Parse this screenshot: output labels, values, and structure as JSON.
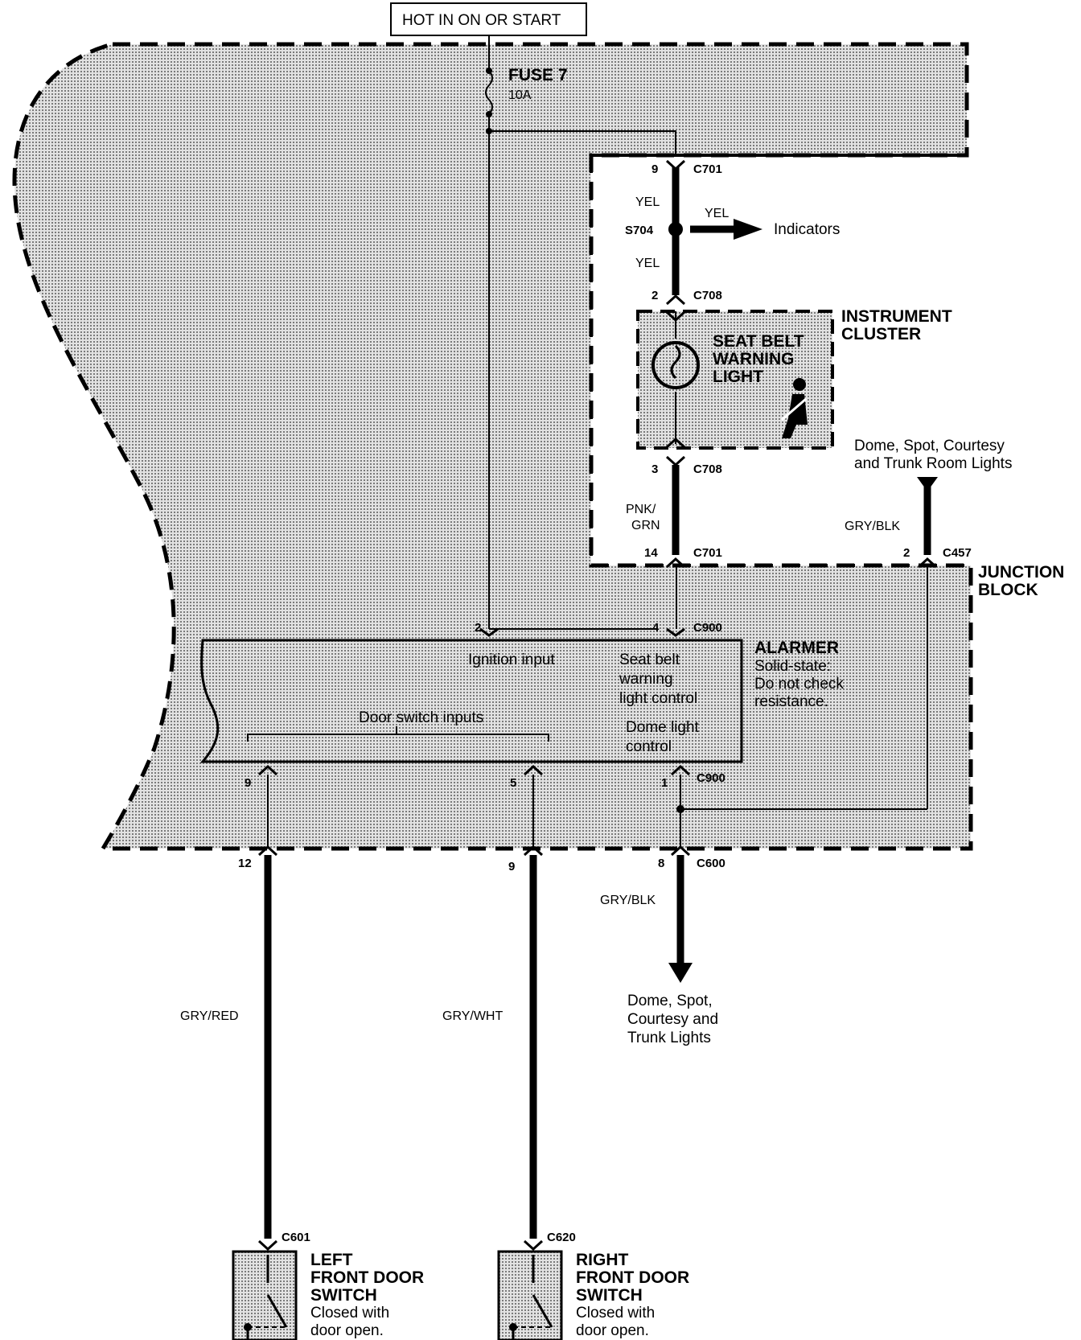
{
  "power": {
    "source_label": "HOT IN ON OR START",
    "fuse_name": "FUSE 7",
    "fuse_rating": "10A"
  },
  "connectors": {
    "c701": "C701",
    "c708": "C708",
    "c457": "C457",
    "c900": "C900",
    "c600": "C600",
    "c601": "C601",
    "c620": "C620",
    "s704": "S704"
  },
  "pins": {
    "c701_top": "9",
    "c708_top": "2",
    "c708_bottom": "3",
    "c701_bottom": "14",
    "c457": "2",
    "c900_ign": "2",
    "c900_belt": "4",
    "c900_left": "9",
    "c900_mid": "5",
    "c900_right": "1",
    "c600_left": "12",
    "c600_mid": "9",
    "c600_right": "8"
  },
  "wires": {
    "yel_upper": "YEL",
    "yel_branch": "YEL",
    "yel_lower": "YEL",
    "pnk_grn_1": "PNK/",
    "pnk_grn_2": "GRN",
    "gry_blk_top": "GRY/BLK",
    "gry_blk_bottom": "GRY/BLK",
    "gry_red": "GRY/RED",
    "gry_wht": "GRY/WHT"
  },
  "destinations": {
    "indicators": "Indicators",
    "dome_top_1": "Dome, Spot, Courtesy",
    "dome_top_2": "and Trunk Room Lights",
    "dome_bottom_1": "Dome, Spot,",
    "dome_bottom_2": "Courtesy and",
    "dome_bottom_3": "Trunk Lights"
  },
  "components": {
    "instrument_cluster_1": "INSTRUMENT",
    "instrument_cluster_2": "CLUSTER",
    "seat_belt_1": "SEAT BELT",
    "seat_belt_2": "WARNING",
    "seat_belt_3": "LIGHT",
    "junction_1": "JUNCTION",
    "junction_2": "BLOCK",
    "alarmer_title": "ALARMER",
    "alarmer_note_1": "Solid-state:",
    "alarmer_note_2": "Do not check",
    "alarmer_note_3": "resistance.",
    "ignition_input": "Ignition input",
    "seat_belt_control_1": "Seat belt",
    "seat_belt_control_2": "warning",
    "seat_belt_control_3": "light control",
    "door_switch_inputs": "Door switch inputs",
    "dome_control_1": "Dome light",
    "dome_control_2": "control",
    "left_switch_1": "LEFT",
    "left_switch_2": "FRONT DOOR",
    "left_switch_3": "SWITCH",
    "left_switch_4": "Closed with",
    "left_switch_5": "door open.",
    "right_switch_1": "RIGHT",
    "right_switch_2": "FRONT DOOR",
    "right_switch_3": "SWITCH",
    "right_switch_4": "Closed with",
    "right_switch_5": "door open."
  }
}
